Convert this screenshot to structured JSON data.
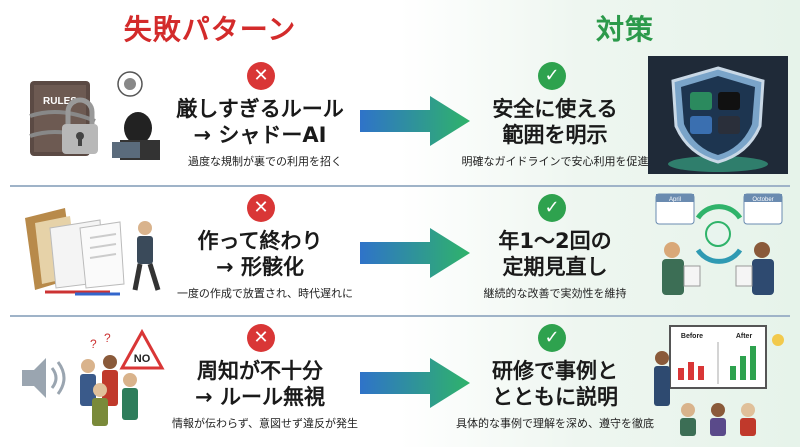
{
  "headers": {
    "left": "失敗パターン",
    "right": "対策"
  },
  "rows": [
    {
      "fail_title_1": "厳しすぎるルール",
      "fail_title_2": "→ シャドーAI",
      "fail_sub": "過度な規制が裏での利用を招く",
      "fix_title_1": "安全に使える",
      "fix_title_2": "範囲を明示",
      "fix_sub": "明確なガイドラインで安心利用を促進",
      "fail_illus_label": "RULES"
    },
    {
      "fail_title_1": "作って終わり",
      "fail_title_2": "→ 形骸化",
      "fail_sub": "一度の作成で放置され、時代遅れに",
      "fix_title_1": "年1～2回の",
      "fix_title_2": "定期見直し",
      "fix_sub": "継続的な改善で実効性を維持",
      "fix_illus_label_1": "April",
      "fix_illus_label_2": "October"
    },
    {
      "fail_title_1": "周知が不十分",
      "fail_title_2": "→ ルール無視",
      "fail_sub": "情報が伝わらず、意図せず違反が発生",
      "fix_title_1": "研修で事例と",
      "fix_title_2": "とともに説明",
      "fix_sub": "具体的な事例で理解を深め、遵守を徹底",
      "fail_illus_label": "NO",
      "fix_illus_label_1": "Before",
      "fix_illus_label_2": "After"
    }
  ],
  "marks": {
    "fail": "✕",
    "fix": "✓"
  },
  "colors": {
    "fail_red": "#d32b2b",
    "fix_green": "#2c9a4b",
    "arrow_start": "#2f73c9",
    "arrow_end": "#2fb36a"
  }
}
